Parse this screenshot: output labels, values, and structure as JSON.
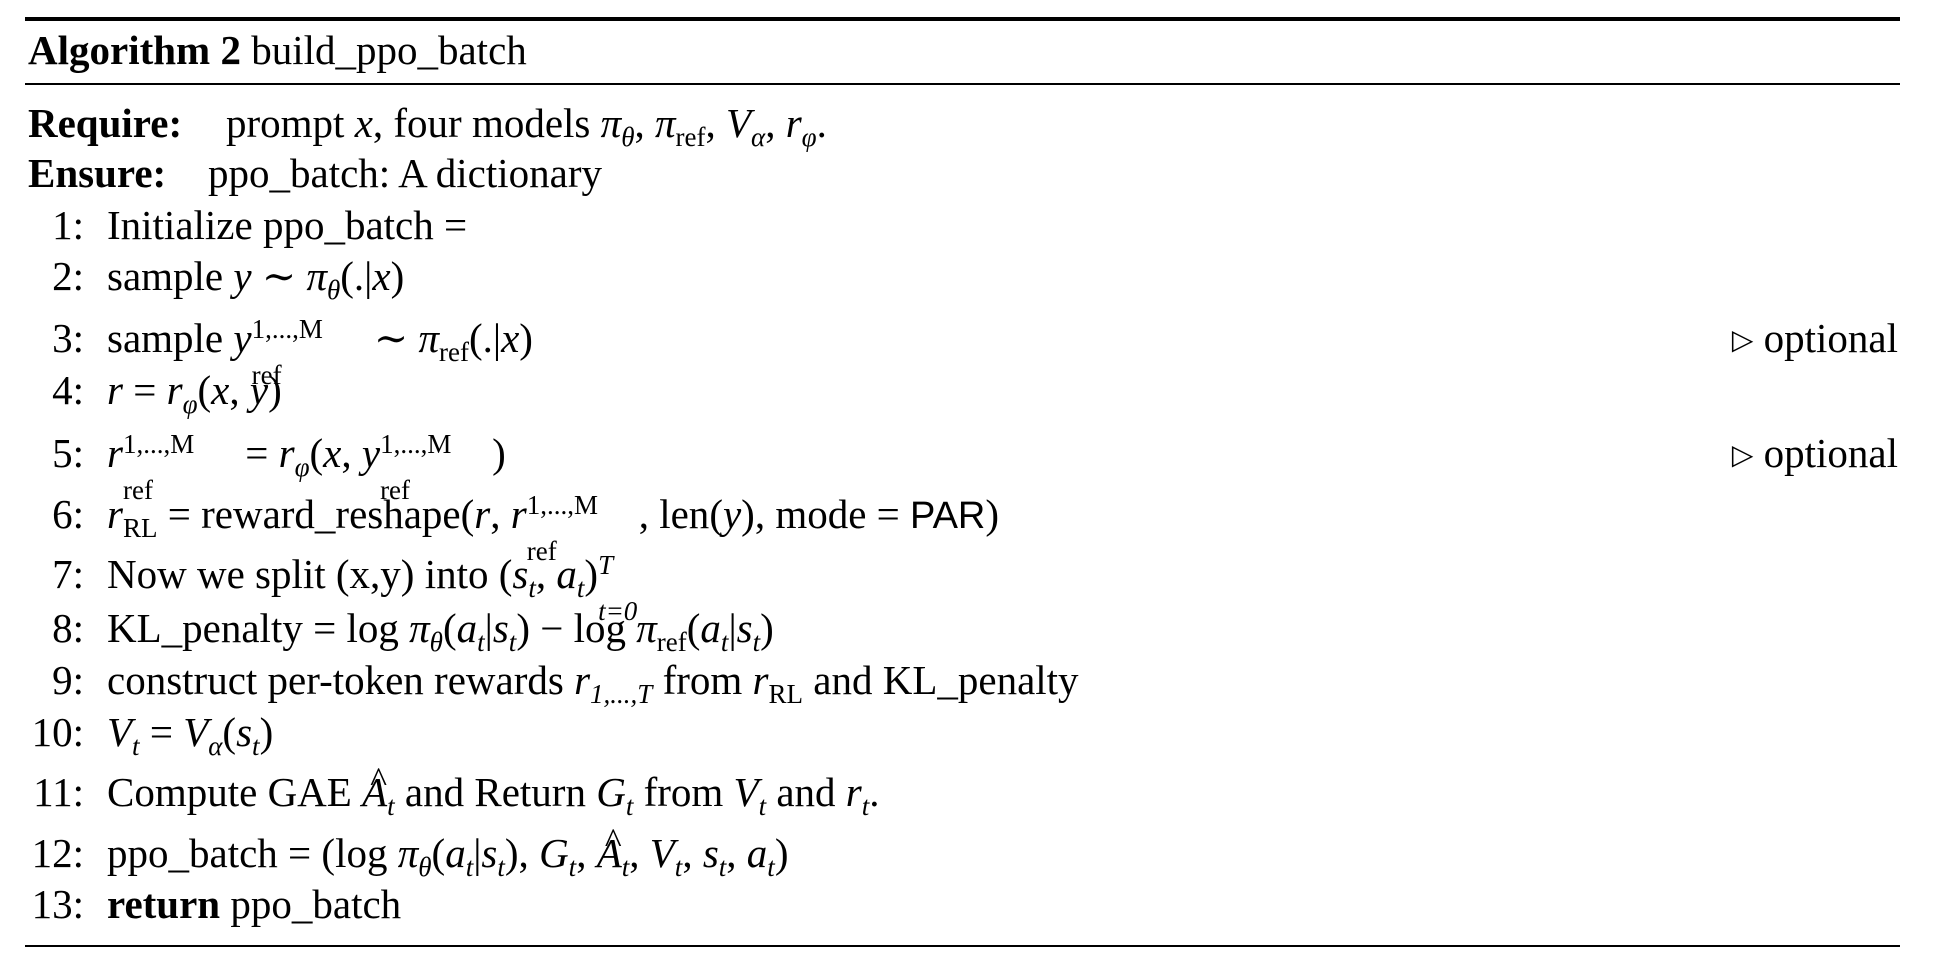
{
  "algorithm": {
    "label": "Algorithm 2",
    "name": "build_ppo_batch"
  },
  "require": {
    "keyword": "Require:",
    "text": "prompt x, four models π_θ, π_ref, V_α, r_φ."
  },
  "ensure": {
    "keyword": "Ensure:",
    "text": "ppo_batch: A dictionary"
  },
  "steps": [
    {
      "num": "1:",
      "text": "Initialize ppo_batch ="
    },
    {
      "num": "2:",
      "text": "sample y ∼ π_θ(.|x)"
    },
    {
      "num": "3:",
      "text": "sample y_ref^{1,...,M} ∼ π_ref(.|x)",
      "comment": "optional"
    },
    {
      "num": "4:",
      "text": "r = r_φ(x, y)"
    },
    {
      "num": "5:",
      "text": "r_ref^{1,...,M} = r_φ(x, y_ref^{1,...,M})",
      "comment": "optional"
    },
    {
      "num": "6:",
      "text": "r_RL = reward_reshape(r, r_ref^{1,...,M}, len(y), mode = PAR)"
    },
    {
      "num": "7:",
      "text": "Now we split (x,y) into (s_t, a_t)_{t=0}^T"
    },
    {
      "num": "8:",
      "text": "KL_penalty = log π_θ(a_t|s_t) − log π_ref(a_t|s_t)"
    },
    {
      "num": "9:",
      "text": "construct per-token rewards r_{1,...,T} from r_RL and KL_penalty"
    },
    {
      "num": "10:",
      "text": "V_t = V_α(s_t)"
    },
    {
      "num": "11:",
      "text": "Compute GAE Â_t and Return G_t from V_t and r_t."
    },
    {
      "num": "12:",
      "text": "ppo_batch = (log π_θ(a_t|s_t), G_t, Â_t, V_t, s_t, a_t)"
    },
    {
      "num": "13:",
      "text": "return ppo_batch"
    }
  ],
  "tokens": {
    "initialize": "Initialize ppo_batch =",
    "sample": "sample",
    "reward_reshape": "reward_reshape",
    "len": "len",
    "mode": "mode",
    "par": "PAR",
    "split": "Now we split (x,y) into",
    "kl_penalty": "KL_penalty",
    "log": "log",
    "construct": "construct per-token rewards",
    "from": "from",
    "and": "and",
    "kl_penalty_tail": "KL_penalty",
    "compute_gae": "Compute GAE",
    "and_return": "and Return",
    "ppo_batch_eq": "ppo_batch = (",
    "return_kw": "return",
    "return_val": "ppo_batch",
    "ref": "ref",
    "rl": "RL",
    "dots": "1,...,M",
    "t_dots": "1,...,T",
    "t_eq_0": "t=0",
    "big_t": "T",
    "optional": "optional",
    "triangle": "▷"
  }
}
